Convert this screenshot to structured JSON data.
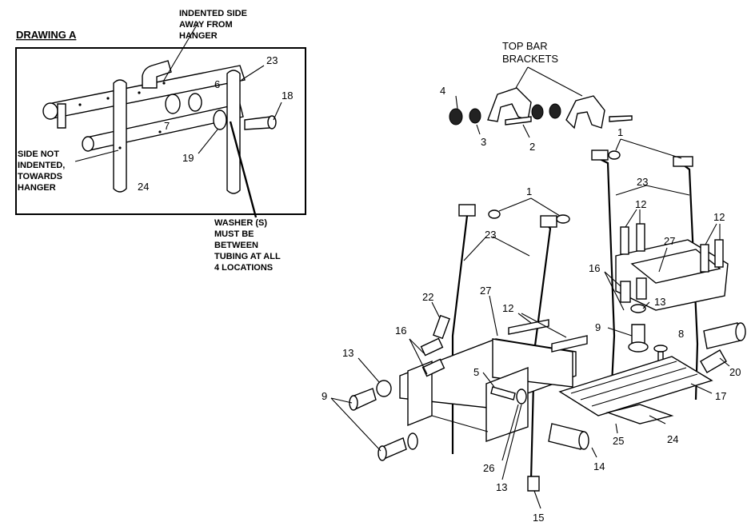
{
  "drawing_a": {
    "title": "DRAWING  A",
    "note_indented": [
      "INDENTED SIDE",
      "AWAY FROM",
      "HANGER"
    ],
    "note_not_indented": [
      "SIDE NOT",
      "INDENTED,",
      "TOWARDS",
      "HANGER"
    ],
    "note_washer": [
      "WASHER (S)",
      "MUST BE",
      "BETWEEN",
      "TUBING AT ALL",
      "4 LOCATIONS"
    ],
    "labels": {
      "p23": "23",
      "p6": "6",
      "p18": "18",
      "p7": "7",
      "p19": "19",
      "p24": "24"
    }
  },
  "top_bar": {
    "caption": [
      "TOP BAR",
      "BRACKETS"
    ],
    "labels": {
      "p4": "4",
      "p3": "3",
      "p2": "2"
    }
  },
  "main": {
    "labels": {
      "p1a": "1",
      "p1b": "1",
      "p23a": "23",
      "p23b": "23",
      "p12a": "12",
      "p12b": "12",
      "p12c": "12",
      "p27a": "27",
      "p27b": "27",
      "p16a": "16",
      "p16b": "16",
      "p22": "22",
      "p13a": "13",
      "p13b": "13",
      "p13c": "13",
      "p9a": "9",
      "p9b": "9",
      "p5": "5",
      "p8": "8",
      "p20": "20",
      "p17": "17",
      "p24": "24",
      "p25": "25",
      "p14": "14",
      "p26": "26",
      "p15": "15"
    }
  }
}
